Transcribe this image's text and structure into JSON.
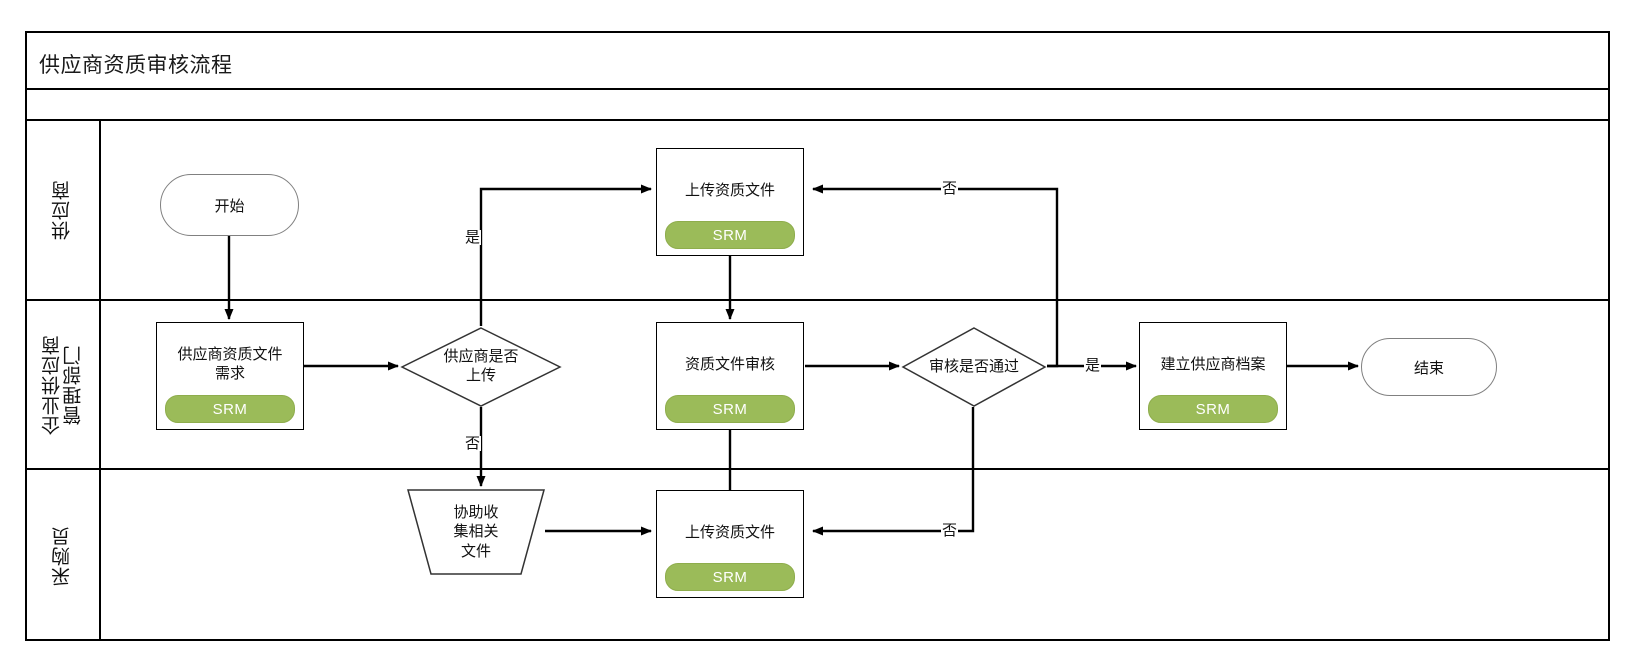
{
  "diagram": {
    "title": "供应商资质审核流程",
    "type": "cross-functional-flowchart",
    "accent_color": "#9bbb59",
    "line_color": "#000000"
  },
  "lanes": [
    {
      "id": "lane-supplier",
      "label": "供应商"
    },
    {
      "id": "lane-srm-dept",
      "label": "企业供应商\n管理部门"
    },
    {
      "id": "lane-buyer",
      "label": "采购员"
    }
  ],
  "nodes": {
    "start": {
      "label": "开始",
      "shape": "terminator",
      "lane": "lane-srm-dept-top"
    },
    "upload_supplier": {
      "label": "上传资质文件",
      "shape": "process",
      "badge": "SRM",
      "lane": "lane-supplier"
    },
    "need_docs": {
      "label": "供应商资质文件\n需求",
      "shape": "process",
      "badge": "SRM",
      "lane": "lane-srm-dept"
    },
    "decision_upload": {
      "label": "供应商是否\n上传",
      "shape": "decision",
      "lane": "lane-srm-dept"
    },
    "review_docs": {
      "label": "资质文件审核",
      "shape": "process",
      "badge": "SRM",
      "lane": "lane-srm-dept"
    },
    "decision_pass": {
      "label": "审核是否通过",
      "shape": "decision",
      "lane": "lane-srm-dept"
    },
    "create_file": {
      "label": "建立供应商档案",
      "shape": "process",
      "badge": "SRM",
      "lane": "lane-srm-dept"
    },
    "end": {
      "label": "结束",
      "shape": "terminator",
      "lane": "lane-srm-dept"
    },
    "assist_collect": {
      "label": "协助收\n集相关\n文件",
      "shape": "manual-operation",
      "lane": "lane-buyer"
    },
    "upload_buyer": {
      "label": "上传资质文件",
      "shape": "process",
      "badge": "SRM",
      "lane": "lane-buyer"
    }
  },
  "edge_labels": {
    "yes_upload": "是",
    "no_upload": "否",
    "yes_pass": "是",
    "no_pass_top": "否",
    "no_pass_bottom": "否"
  },
  "badges": {
    "srm": "SRM"
  }
}
